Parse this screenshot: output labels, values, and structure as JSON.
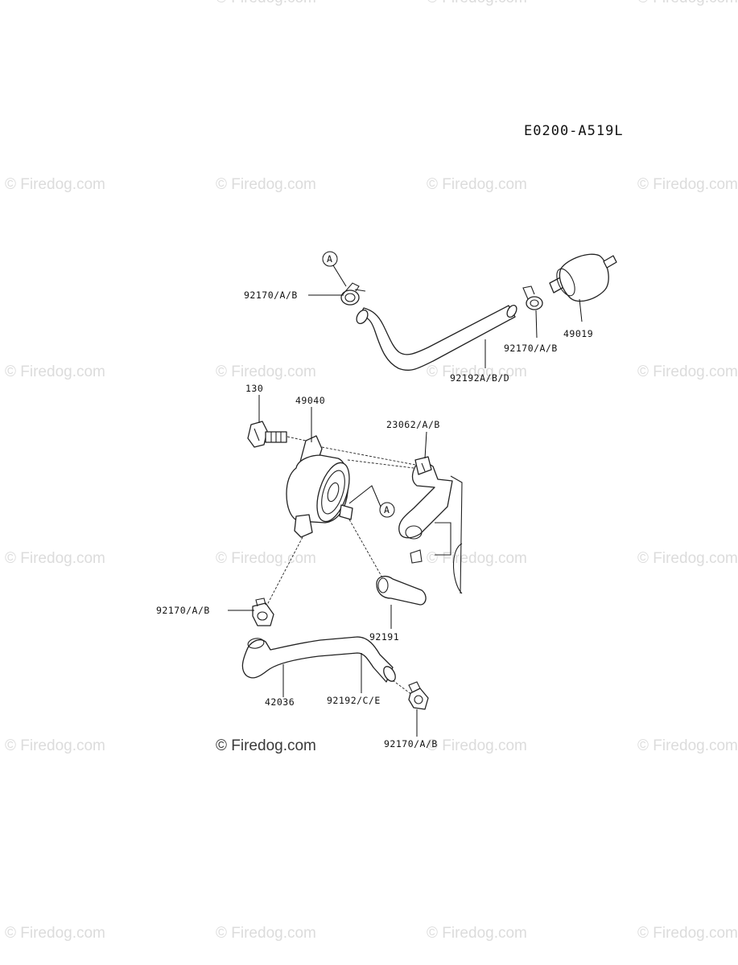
{
  "diagram_code": "E0200-A519L",
  "watermark_text": "© Firedog.com",
  "watermark_primary": "© Firedog.com",
  "callouts": {
    "ref_a_top": "A",
    "ref_a_mid": "A"
  },
  "part_labels": {
    "clamp_top_left": "92170/A/B",
    "filter": "49019",
    "clamp_top_right": "92170/A/B",
    "hose_top": "92192A/B/D",
    "bolt": "130",
    "pump": "49040",
    "damper": "23062/A/B",
    "clamp_mid_left": "92170/A/B",
    "hose_elbow": "92191",
    "pipe": "42036",
    "hose_bottom": "92192/C/E",
    "clamp_bottom": "92170/A/B"
  }
}
